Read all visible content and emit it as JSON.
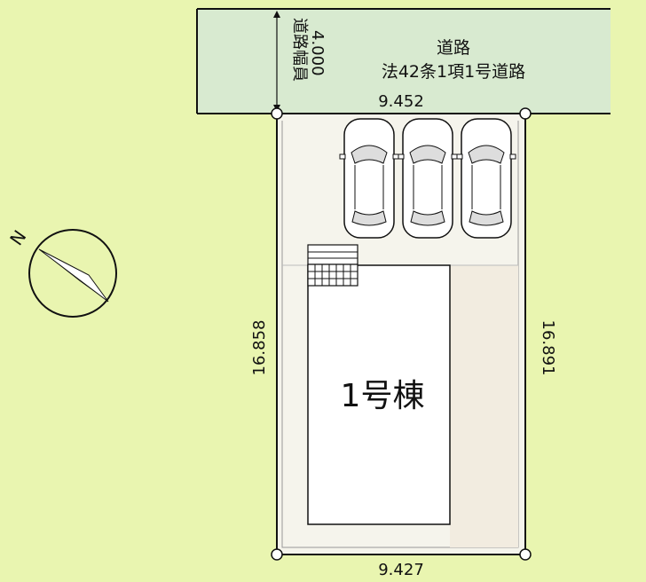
{
  "road": {
    "title": "道路",
    "classification": "法42条1項1号道路",
    "width_label": "道路幅員",
    "width_value": "4.000"
  },
  "lot": {
    "top_edge": "9.452",
    "bottom_edge": "9.427",
    "left_edge": "16.858",
    "right_edge": "16.891"
  },
  "building": {
    "name": "1号棟"
  },
  "parking": {
    "car_count": 3
  },
  "compass": {
    "north_label": "N"
  },
  "colors": {
    "background": "#e9f5b0",
    "road": "#d8ead0",
    "lot": "#f5f4ec",
    "yard": "#f2ece0",
    "building": "#ffffff",
    "line": "#111111"
  }
}
